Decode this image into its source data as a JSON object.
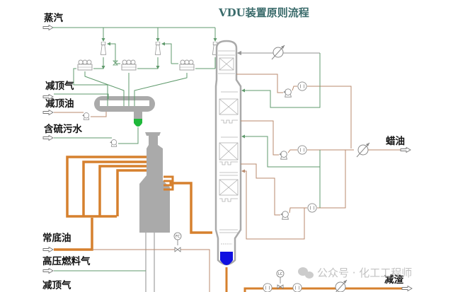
{
  "title": "VDU装置原则流程",
  "labels": {
    "steam": "蒸汽",
    "vac_top_gas_1": "减顶气",
    "vac_top_oil": "减顶油",
    "sour_water": "含硫污水",
    "wax_oil": "蜡油",
    "atm_residue": "常底油",
    "hp_fuel_gas": "高压燃料气",
    "vac_top_gas_2": "减顶气",
    "vac_residue": "减渣"
  },
  "instruments": {
    "flow_controller": "FC",
    "level_controller": "LC"
  },
  "watermark": {
    "icon": "wechat-icon",
    "text": "公众号 · 化工工程师"
  },
  "colors": {
    "steam_line": "#5f9a6c",
    "oil_line": "#b88a6c",
    "hot_feed_line": "#d6802e",
    "equipment": "#a8a8a8",
    "furnace": "#aaaaaa",
    "column_liquid": "#1010e0",
    "drum_boot_liquid": "#1fb83a",
    "title": "#3a6b6b"
  }
}
